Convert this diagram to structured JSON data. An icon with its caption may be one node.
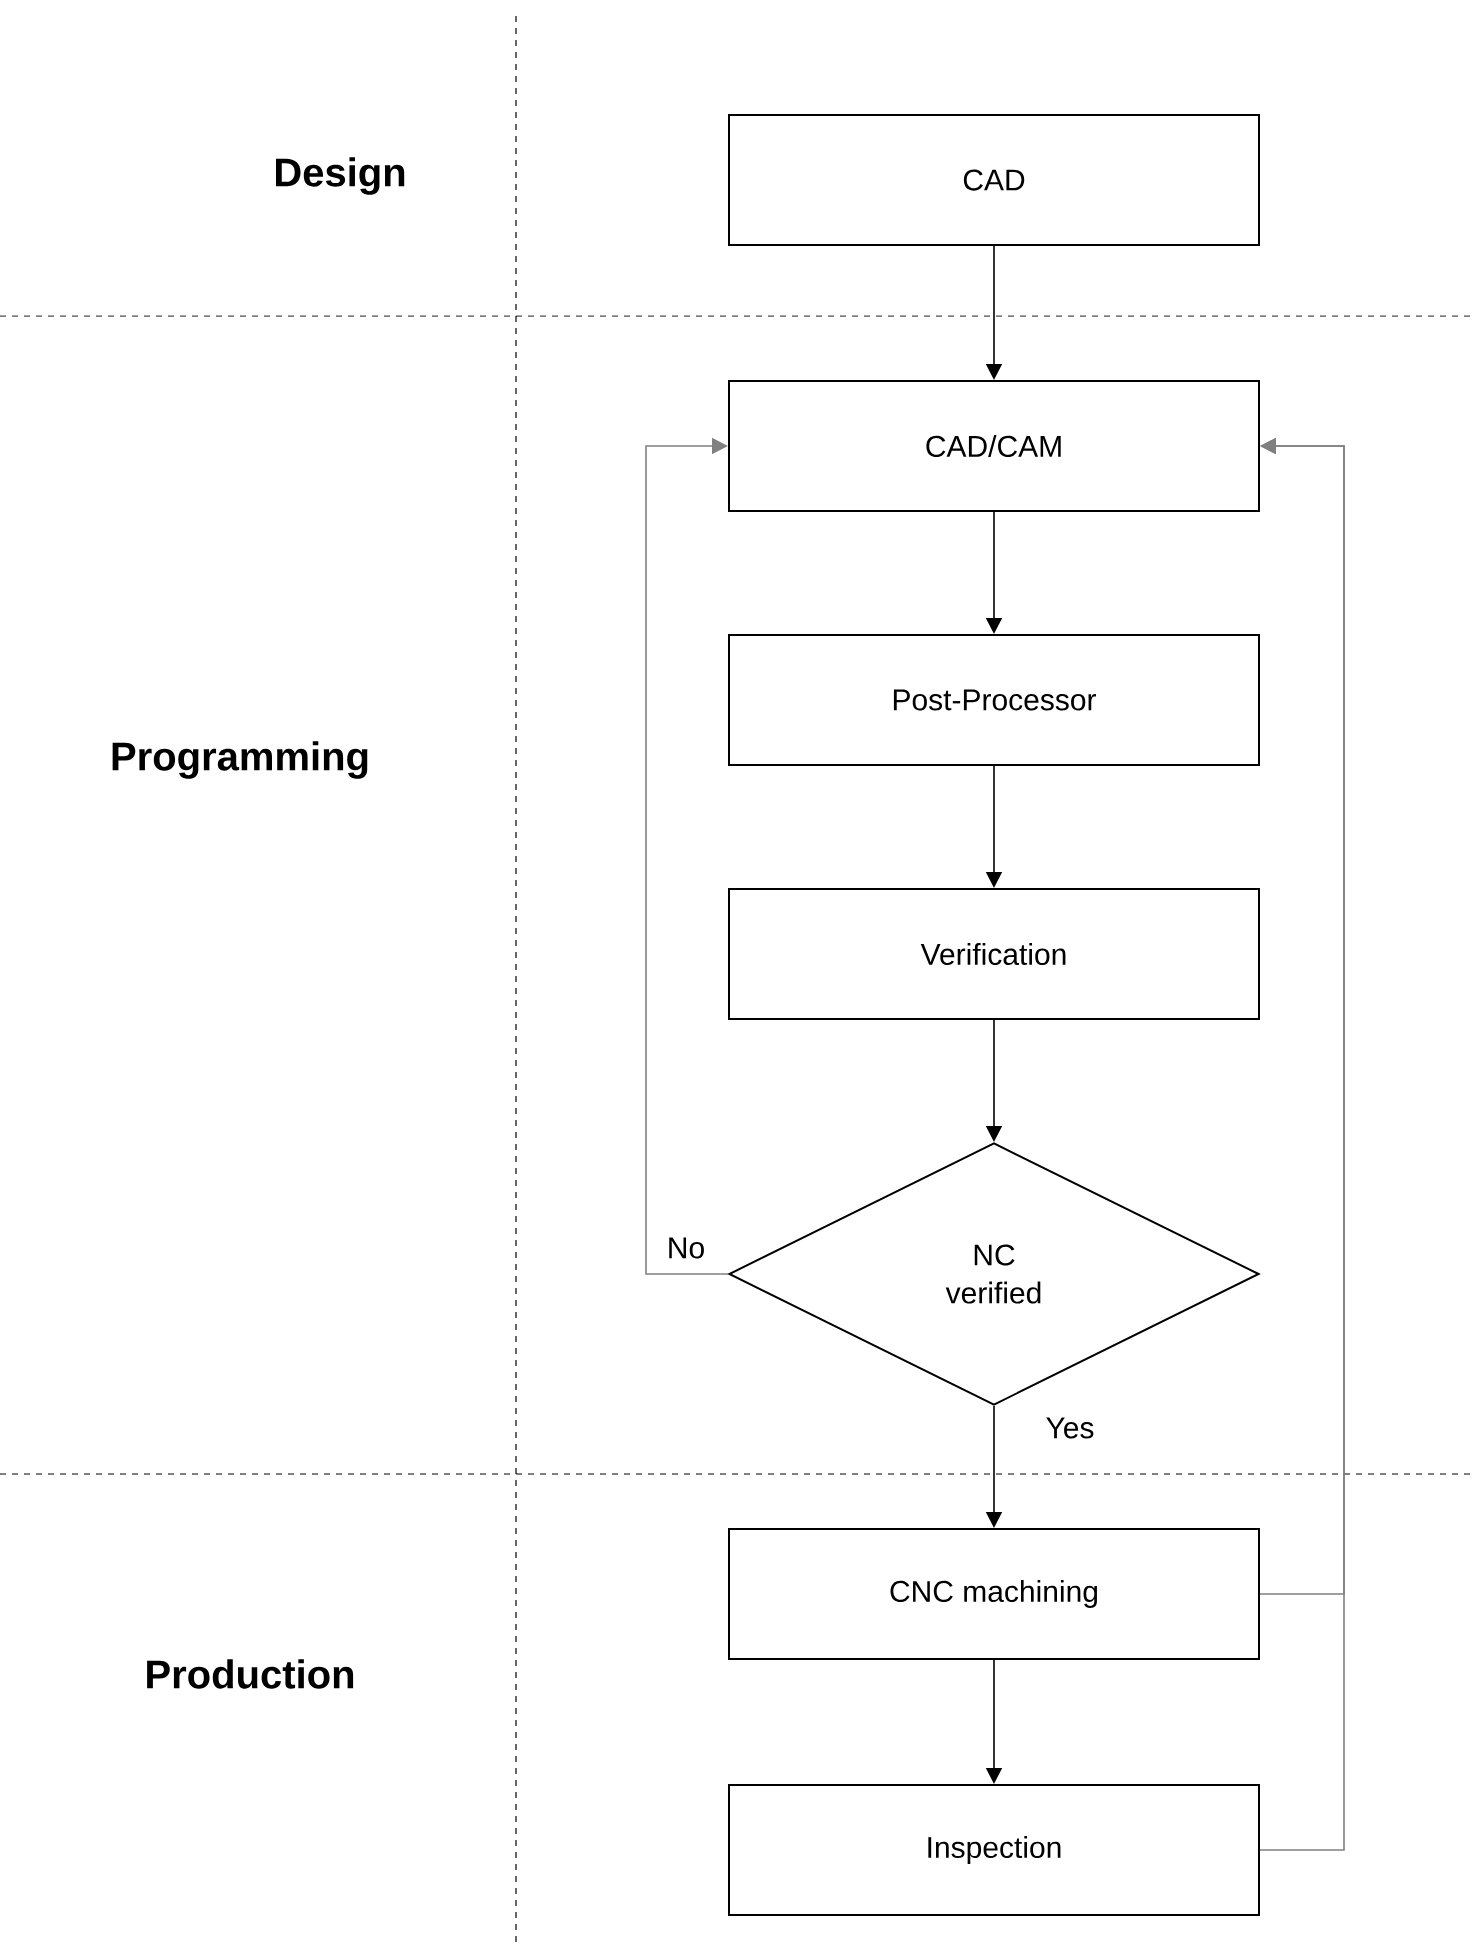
{
  "diagram": {
    "nodes": [
      {
        "text": [
          "CAD"
        ]
      },
      {
        "text": [
          "CAD/CAM"
        ]
      },
      {
        "text": [
          "Post-Processor"
        ]
      },
      {
        "text": [
          "Verification"
        ]
      },
      {
        "text": [
          "NC verified"
        ]
      },
      {
        "text": [
          "CNC machining"
        ]
      },
      {
        "text": [
          "Inspection"
        ]
      }
    ],
    "edges": [
      {
        "from": 0,
        "to": 1,
        "arrow": "to"
      },
      {
        "from": 1,
        "to": 2,
        "arrow": "to"
      },
      {
        "from": 2,
        "to": 3,
        "arrow": "to"
      },
      {
        "from": 3,
        "to": 4,
        "arrow": "to"
      },
      {
        "from": 4,
        "to": 1,
        "arrow": "to",
        "label": "No",
        "color": "#808080"
      },
      {
        "from": 4,
        "to": 5,
        "arrow": "to",
        "label": "Yes"
      },
      {
        "from": 5,
        "to": 6,
        "arrow": "to"
      },
      {
        "from": 5,
        "to": 1,
        "arrow": "to",
        "color": "#808080"
      },
      {
        "from": 6,
        "to": 1,
        "arrow": "to",
        "color": "#808080"
      }
    ],
    "labels": [
      "Design",
      "Programming",
      "Production"
    ]
  }
}
